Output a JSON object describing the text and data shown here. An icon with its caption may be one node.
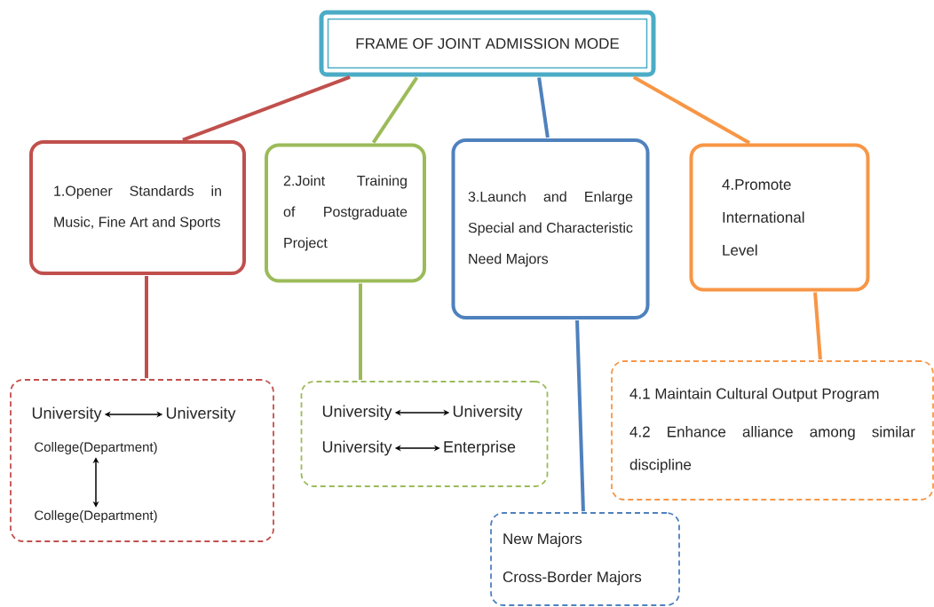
{
  "diagram": {
    "nodes": [
      {
        "text": [
          "FRAME OF JOINT ADMISSION MODE"
        ]
      },
      {
        "text": [
          "1.Opener Standards in Music, Fine Art and Sports"
        ]
      },
      {
        "text": [
          "2.Joint Training of Postgraduate Project"
        ]
      },
      {
        "text": [
          "3.Launch and Enlarge Special and Characteristic Need Majors"
        ]
      },
      {
        "text": [
          "4.Promote International Level"
        ]
      },
      {
        "text": [],
        "shape": "box"
      },
      {
        "text": [
          "University"
        ],
        "in": 5
      },
      {
        "text": [
          "University"
        ],
        "in": 5
      },
      {
        "text": [
          "College(Department)"
        ],
        "in": 5
      },
      {
        "text": [
          "College(Department)"
        ],
        "in": 5
      },
      {
        "text": [],
        "shape": "box"
      },
      {
        "text": [
          "University"
        ],
        "in": 10
      },
      {
        "text": [
          "University"
        ],
        "in": 10
      },
      {
        "text": [
          "University"
        ],
        "in": 10
      },
      {
        "text": [
          "Enterprise"
        ],
        "in": 10
      },
      {
        "text": [
          "New Majors",
          "Cross-Border Majors"
        ]
      },
      {
        "text": [
          "4.1 Maintain Cultural Output Program",
          "4.2 Enhance alliance among similar discipline"
        ]
      }
    ],
    "edges": [
      {
        "from": 0,
        "to": 1,
        "arrow": "none",
        "color": "#c0504d"
      },
      {
        "from": 0,
        "to": 2,
        "arrow": "none",
        "color": "#9bbb59"
      },
      {
        "from": 0,
        "to": 3,
        "arrow": "none",
        "color": "#4f81bd"
      },
      {
        "from": 0,
        "to": 4,
        "arrow": "none",
        "color": "#f79646"
      },
      {
        "from": 1,
        "to": 5,
        "arrow": "none",
        "color": "#c0504d"
      },
      {
        "from": 2,
        "to": 10,
        "arrow": "none",
        "color": "#9bbb59"
      },
      {
        "from": 3,
        "to": 15,
        "arrow": "none",
        "color": "#4f81bd"
      },
      {
        "from": 4,
        "to": 16,
        "arrow": "none",
        "color": "#f79646"
      },
      {
        "from": 6,
        "to": 7,
        "arrow": "both"
      },
      {
        "from": 8,
        "to": 9,
        "arrow": "both"
      },
      {
        "from": 11,
        "to": 12,
        "arrow": "both"
      },
      {
        "from": 13,
        "to": 14,
        "arrow": "both"
      }
    ]
  }
}
